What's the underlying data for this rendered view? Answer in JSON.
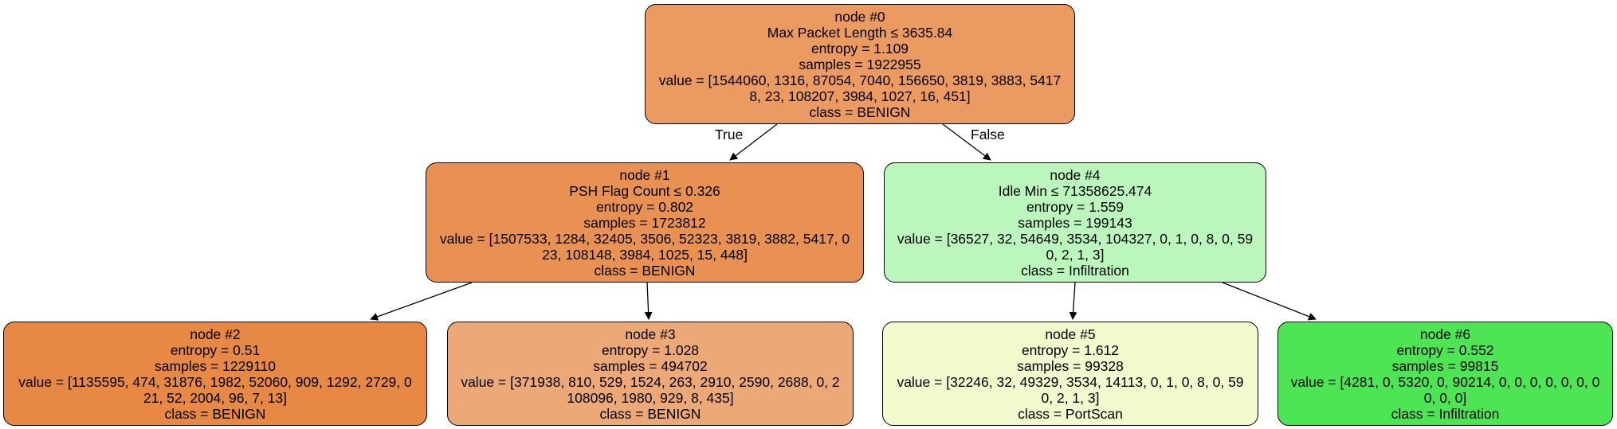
{
  "edge_labels": {
    "true_label": "True",
    "false_label": "False"
  },
  "nodes": [
    {
      "id": "node #0",
      "lines": [
        "node #0",
        "Max Packet Length ≤ 3635.84",
        "entropy = 1.109",
        "samples = 1922955",
        "value = [1544060, 1316, 87054, 7040, 156650, 3819, 3883, 5417",
        "8, 23, 108207, 3984, 1027, 16, 451]",
        "class = BENIGN"
      ],
      "fill": "#eb9a61"
    },
    {
      "id": "node #1",
      "lines": [
        "node #1",
        "PSH Flag Count ≤ 0.326",
        "entropy = 0.802",
        "samples = 1723812",
        "value = [1507533, 1284, 32405, 3506, 52323, 3819, 3882, 5417, 0",
        "23, 108148, 3984, 1025, 15, 448]",
        "class = BENIGN"
      ],
      "fill": "#e89152"
    },
    {
      "id": "node #4",
      "lines": [
        "node #4",
        "Idle Min ≤ 71358625.474",
        "entropy = 1.559",
        "samples = 199143",
        "value = [36527, 32, 54649, 3534, 104327, 0, 1, 0, 8, 0, 59",
        "0, 2, 1, 3]",
        "class = Infiltration"
      ],
      "fill": "#bbf6bd"
    },
    {
      "id": "node #2",
      "lines": [
        "node #2",
        "entropy = 0.51",
        "samples = 1229110",
        "value = [1135595, 474, 31876, 1982, 52060, 909, 1292, 2729, 0",
        "21, 52, 2004, 96, 7, 13]",
        "class = BENIGN"
      ],
      "fill": "#e78945"
    },
    {
      "id": "node #3",
      "lines": [
        "node #3",
        "entropy = 1.028",
        "samples = 494702",
        "value = [371938, 810, 529, 1524, 263, 2910, 2590, 2688, 0, 2",
        "108096, 1980, 929, 8, 435]",
        "class = BENIGN"
      ],
      "fill": "#eda877"
    },
    {
      "id": "node #5",
      "lines": [
        "node #5",
        "entropy = 1.612",
        "samples = 99328",
        "value = [32246, 32, 49329, 3534, 14113, 0, 1, 0, 8, 0, 59",
        "0, 2, 1, 3]",
        "class = PortScan"
      ],
      "fill": "#f1f9cd"
    },
    {
      "id": "node #6",
      "lines": [
        "node #6",
        "entropy = 0.552",
        "samples = 99815",
        "value = [4281, 0, 5320, 0, 90214, 0, 0, 0, 0, 0, 0, 0",
        "0, 0, 0]",
        "class = Infiltration"
      ],
      "fill": "#4de554"
    }
  ]
}
